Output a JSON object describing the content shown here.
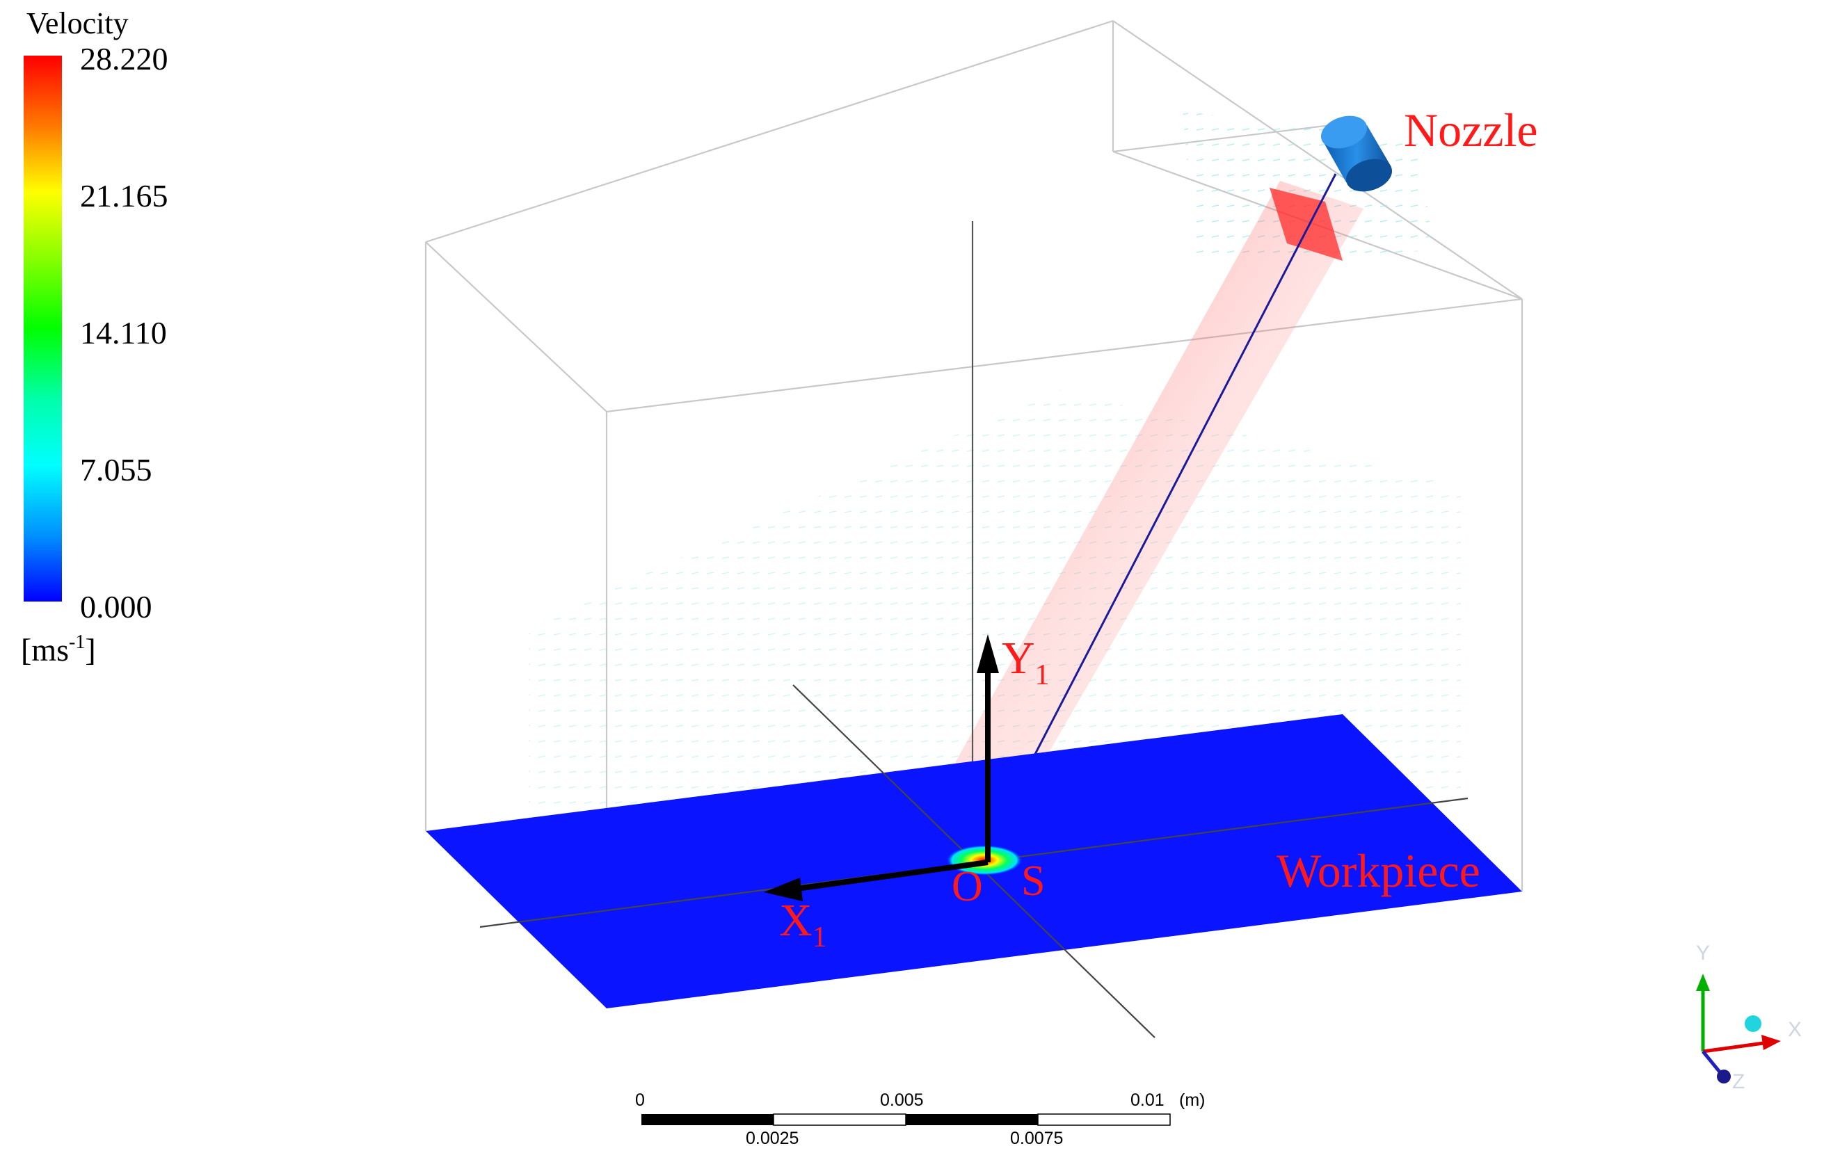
{
  "legend": {
    "title": "Velocity",
    "ticks": [
      "28.220",
      "21.165",
      "14.110",
      "7.055",
      "0.000"
    ],
    "unit_base": "[ms",
    "unit_sup": "-1",
    "unit_close": "]",
    "colors": [
      "#ff0000",
      "#ffa500",
      "#ffff00",
      "#7fff00",
      "#00ff00",
      "#00ffaa",
      "#00ffff",
      "#0090ff",
      "#0000ff"
    ]
  },
  "labels": {
    "nozzle": "Nozzle",
    "workpiece": "Workpiece",
    "y1": "Y",
    "y1_sub": "1",
    "x1": "X",
    "x1_sub": "1",
    "origin": "O",
    "s_point": "S"
  },
  "scale_bar": {
    "top_labels": [
      "0",
      "0.005",
      "0.01"
    ],
    "unit": "(m)",
    "bottom_labels": [
      "0.0025",
      "0.0075"
    ]
  },
  "triad": {
    "y_label": "Y",
    "x_label": "X",
    "z_label": "Z"
  },
  "colors": {
    "workpiece": "#0a14ff",
    "nozzle": "#1f7fd8",
    "label_red": "#ff1a1a",
    "domain_edges": "#c8c8c8"
  }
}
